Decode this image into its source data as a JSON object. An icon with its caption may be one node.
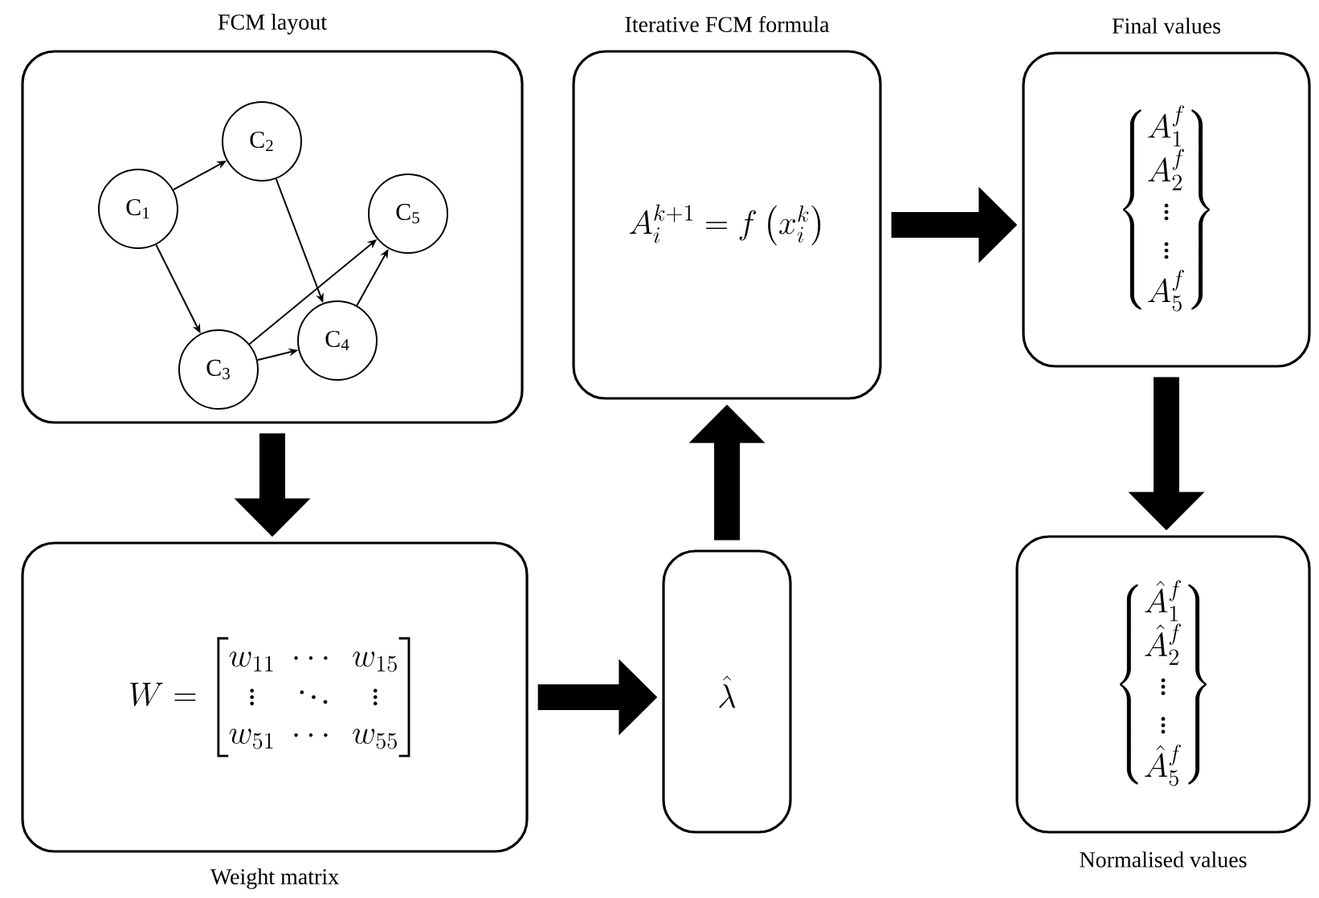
{
  "diagram": {
    "nodes": [
      {
        "text": [
          "FCM layout"
        ]
      },
      {
        "text": [
          "C$_{1}$"
        ],
        "in": 0
      },
      {
        "text": [
          "C$_{2}$"
        ],
        "in": 0
      },
      {
        "text": [
          "C$_{3}$"
        ],
        "in": 0
      },
      {
        "text": [
          "C$_{4}$"
        ],
        "in": 0
      },
      {
        "text": [
          "C$_{5}$"
        ],
        "in": 0
      },
      {
        "text": [
          "W=\\begin{bmatrix}w_{11}&\\cdots&w_{15}\\\\ \\vdots&\\ddots&\\vdots\\\\ w_{51}&\\cdots&w_{55}\\end{bmatrix}",
          "Weight matrix"
        ]
      },
      {
        "text": [
          "\\hat{\\lambda}"
        ]
      },
      {
        "text": [
          "Iterative FCM formula",
          "A_i^{k+1}=f\\left(x_i^k\\right)"
        ]
      },
      {
        "text": [
          "Final values",
          "\\begin{Bmatrix}A_1^f\\\\ A_2^f\\\\ \\vdots\\\\ \\vdots\\\\ A_5^f\\end{Bmatrix}"
        ]
      },
      {
        "text": [
          "\\begin{Bmatrix}\\hat{A}_1^f\\\\ \\hat{A}_2^f\\\\ \\vdots\\\\ \\vdots\\\\ \\hat{A}_5^f\\end{Bmatrix}",
          "Normalised values"
        ]
      }
    ],
    "edges": [
      {
        "from": 1,
        "to": 2,
        "arrow": "to"
      },
      {
        "from": 1,
        "to": 3,
        "arrow": "to"
      },
      {
        "from": 2,
        "to": 4,
        "arrow": "to"
      },
      {
        "from": 3,
        "to": 5,
        "arrow": "to"
      },
      {
        "from": 3,
        "to": 4,
        "arrow": "to"
      },
      {
        "from": 4,
        "to": 5,
        "arrow": "to"
      },
      {
        "from": 0,
        "to": 6,
        "arrow": "to",
        "style": "thick"
      },
      {
        "from": 6,
        "to": 7,
        "arrow": "to",
        "style": "thick"
      },
      {
        "from": 7,
        "to": 8,
        "arrow": "to",
        "style": "thick"
      },
      {
        "from": 8,
        "to": 9,
        "arrow": "to",
        "style": "thick"
      },
      {
        "from": 9,
        "to": 10,
        "arrow": "to",
        "style": "thick"
      }
    ]
  }
}
